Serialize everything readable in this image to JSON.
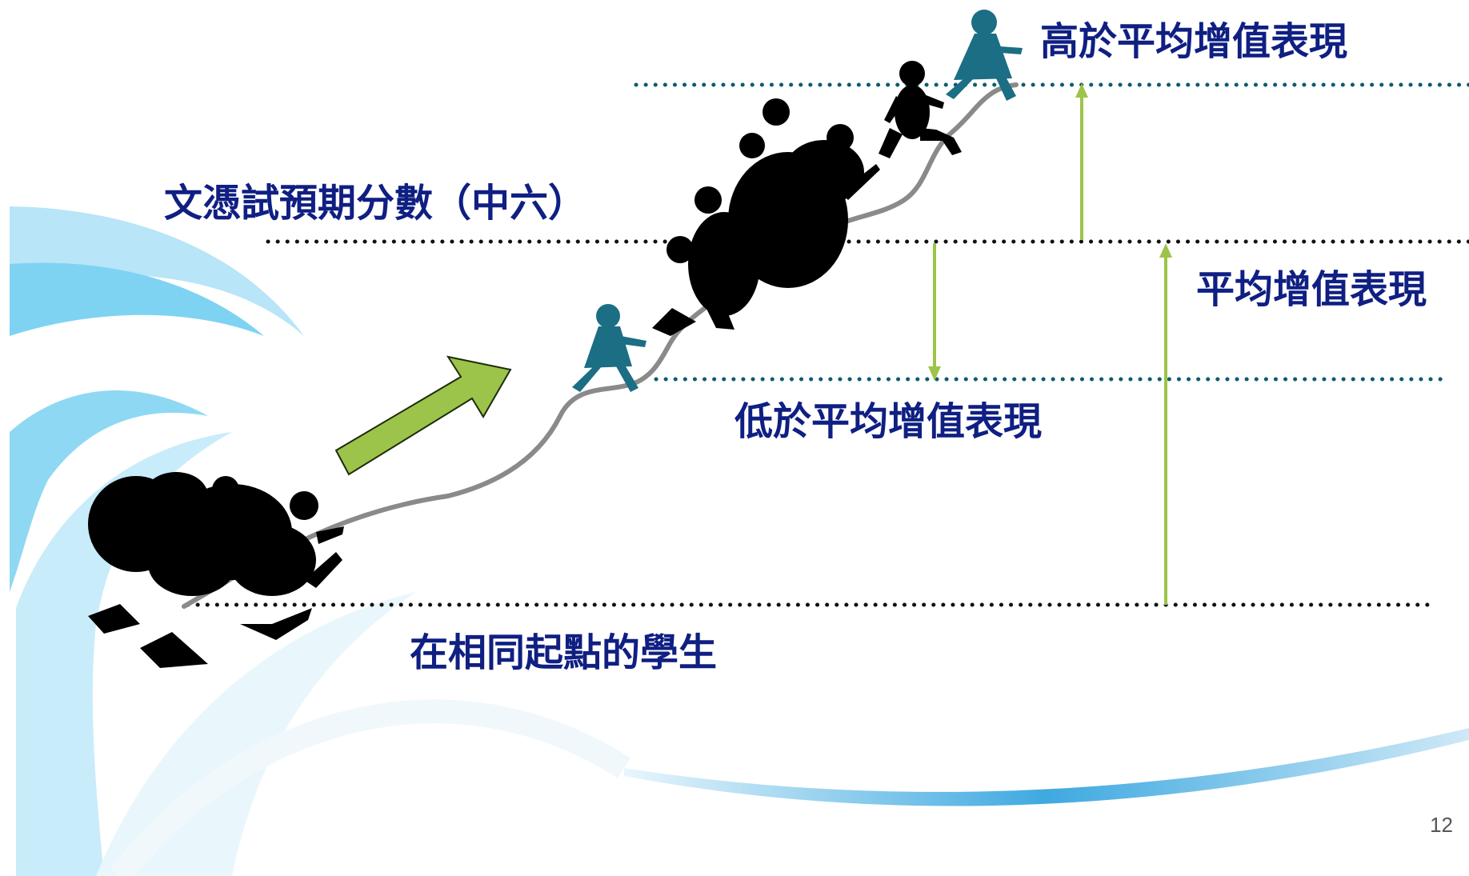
{
  "labels": {
    "above_average": "高於平均增值表現",
    "expected_score": "文憑試預期分數（中六）",
    "average": "平均增值表現",
    "below_average": "低於平均增值表現",
    "start_point": "在相同起點的學生"
  },
  "page_number": "12",
  "colors": {
    "label_text": "#0f1f82",
    "dotted_line": "#0e5b6e",
    "baseline_dots": "#111111",
    "arrow_green": "#9cc44a",
    "arrow_outline": "#1d2b0a",
    "path_gray": "#8a8a8a",
    "runner_silhouette": "#000000",
    "highlight_runner": "#1b6e84",
    "swoosh_light": "#d7f1fb",
    "swoosh_mid": "#7fd3f2"
  },
  "icons": {
    "runners_group_start": "running-children-group-icon",
    "runners_group_middle": "running-children-group-icon",
    "runner_low": "running-girl-icon",
    "runner_high": "running-girl-icon",
    "runner_near_top": "running-boy-icon",
    "progress_arrow": "up-right-arrow-icon"
  }
}
